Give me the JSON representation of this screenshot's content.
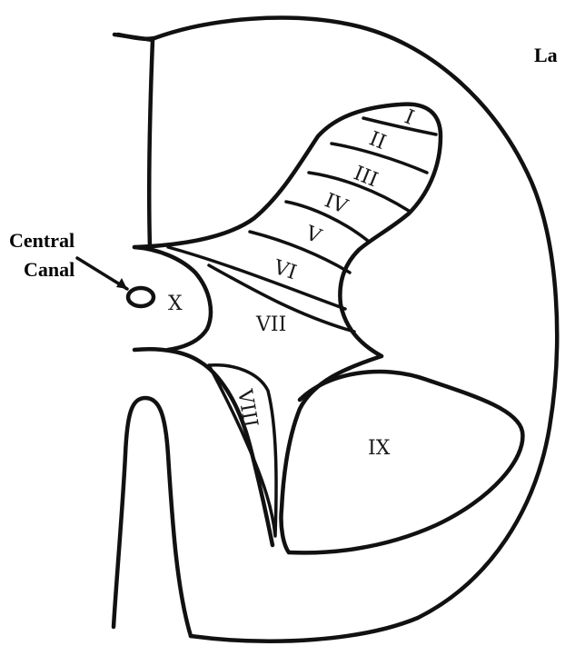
{
  "labels": {
    "title_fragment": "La",
    "central_canal_line1": "Central",
    "central_canal_line2": "Canal"
  },
  "laminae": {
    "I": "I",
    "II": "II",
    "III": "III",
    "IV": "IV",
    "V": "V",
    "VI": "VI",
    "VII": "VII",
    "VIII": "VIII",
    "IX": "IX",
    "X": "X"
  },
  "colors": {
    "ink": "#111111",
    "background": "#ffffff"
  }
}
